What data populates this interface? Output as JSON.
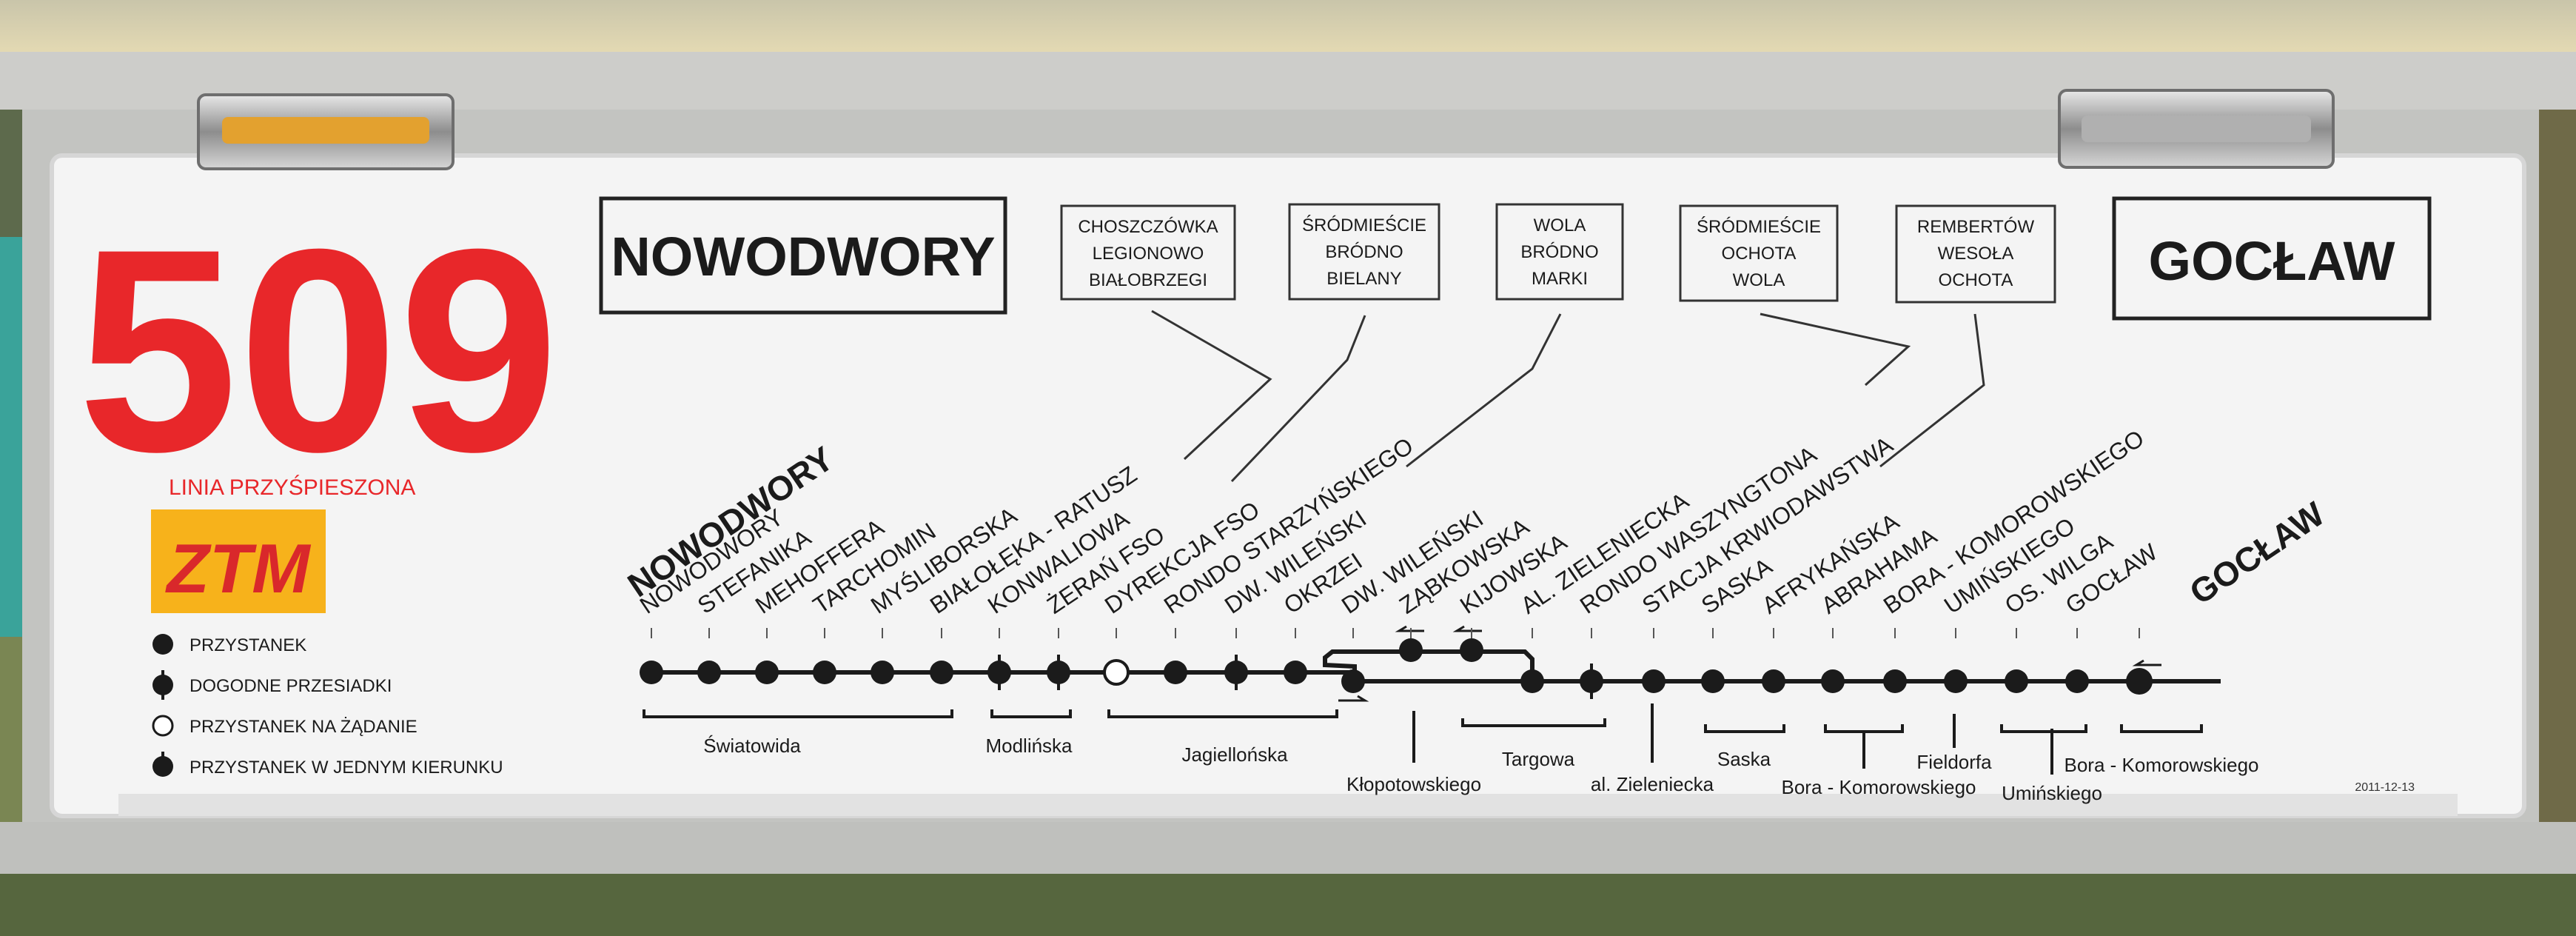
{
  "route_number": "509",
  "route_type": "LINIA PRZYŚPIESZONA",
  "operator_logo_text": "ZTM",
  "terminus_start": "NOWODWORY",
  "terminus_end": "GOCŁAW",
  "connection_boxes": [
    [
      "CHOSZCZÓWKA",
      "LEGIONOWO",
      "BIAŁOBRZEGI"
    ],
    [
      "ŚRÓDMIEŚCIE",
      "BRÓDNO",
      "BIELANY"
    ],
    [
      "WOLA",
      "BRÓDNO",
      "MARKI"
    ],
    [
      "ŚRÓDMIEŚCIE",
      "OCHOTA",
      "WOLA"
    ],
    [
      "REMBERTÓW",
      "WESOŁA",
      "OCHOTA"
    ]
  ],
  "stops": [
    {
      "name": "NOWODWORY",
      "type": "terminus"
    },
    {
      "name": "NOWODWORY",
      "type": "regular"
    },
    {
      "name": "STEFANIKA",
      "type": "regular"
    },
    {
      "name": "MEHOFFERA",
      "type": "regular"
    },
    {
      "name": "TARCHOMIN",
      "type": "regular"
    },
    {
      "name": "MYŚLIBORSKA",
      "type": "regular"
    },
    {
      "name": "BIAŁOŁĘKA - RATUSZ",
      "type": "regular"
    },
    {
      "name": "KONWALIOWA",
      "type": "transfer"
    },
    {
      "name": "ŻERAŃ FSO",
      "type": "transfer"
    },
    {
      "name": "DYREKCJA FSO",
      "type": "on_request"
    },
    {
      "name": "RONDO STARZYŃSKIEGO",
      "type": "regular"
    },
    {
      "name": "DW. WILEŃSKI",
      "type": "transfer"
    },
    {
      "name": "OKRZEI",
      "type": "one_direction"
    },
    {
      "name": "DW. WILEŃSKI",
      "type": "one_direction"
    },
    {
      "name": "ZĄBKOWSKA",
      "type": "one_direction"
    },
    {
      "name": "KIJOWSKA",
      "type": "regular"
    },
    {
      "name": "AL. ZIELENIECKA",
      "type": "regular"
    },
    {
      "name": "RONDO WASZYNGTONA",
      "type": "transfer"
    },
    {
      "name": "STACJA KRWIODAWSTWA",
      "type": "regular"
    },
    {
      "name": "SASKA",
      "type": "regular"
    },
    {
      "name": "AFRYKAŃSKA",
      "type": "regular"
    },
    {
      "name": "ABRAHAMA",
      "type": "regular"
    },
    {
      "name": "BORA - KOMOROWSKIEGO",
      "type": "regular"
    },
    {
      "name": "UMIŃSKIEGO",
      "type": "regular"
    },
    {
      "name": "OS. WILGA",
      "type": "regular"
    },
    {
      "name": "GOCŁAW",
      "type": "one_direction"
    },
    {
      "name": "GOCŁAW",
      "type": "terminus"
    }
  ],
  "streets": [
    "Światowida",
    "Modlińska",
    "Jagiellońska",
    "Kłopotowskiego",
    "Targowa",
    "al. Zieleniecka",
    "Saska",
    "Bora - Komorowskiego",
    "Fieldorfa",
    "Umińskiego",
    "Bora - Komorowskiego"
  ],
  "legend": [
    {
      "label": "PRZYSTANEK",
      "symbol": "regular"
    },
    {
      "label": "DOGODNE PRZESIADKI",
      "symbol": "transfer"
    },
    {
      "label": "PRZYSTANEK NA ŻĄDANIE",
      "symbol": "on_request"
    },
    {
      "label": "PRZYSTANEK W JEDNYM KIERUNKU",
      "symbol": "one_direction"
    }
  ],
  "date": "2011-12-13",
  "colors": {
    "route_number": "#e8272a",
    "route_type": "#e8272a",
    "logo_bg": "#f7b21b",
    "logo_fg": "#d9282b",
    "ink": "#1b1b1b",
    "panel": "#f3f3f3",
    "frame": "#c8c9c7",
    "sky": "#e6d6a8",
    "foliage": "#4f5e3a"
  }
}
